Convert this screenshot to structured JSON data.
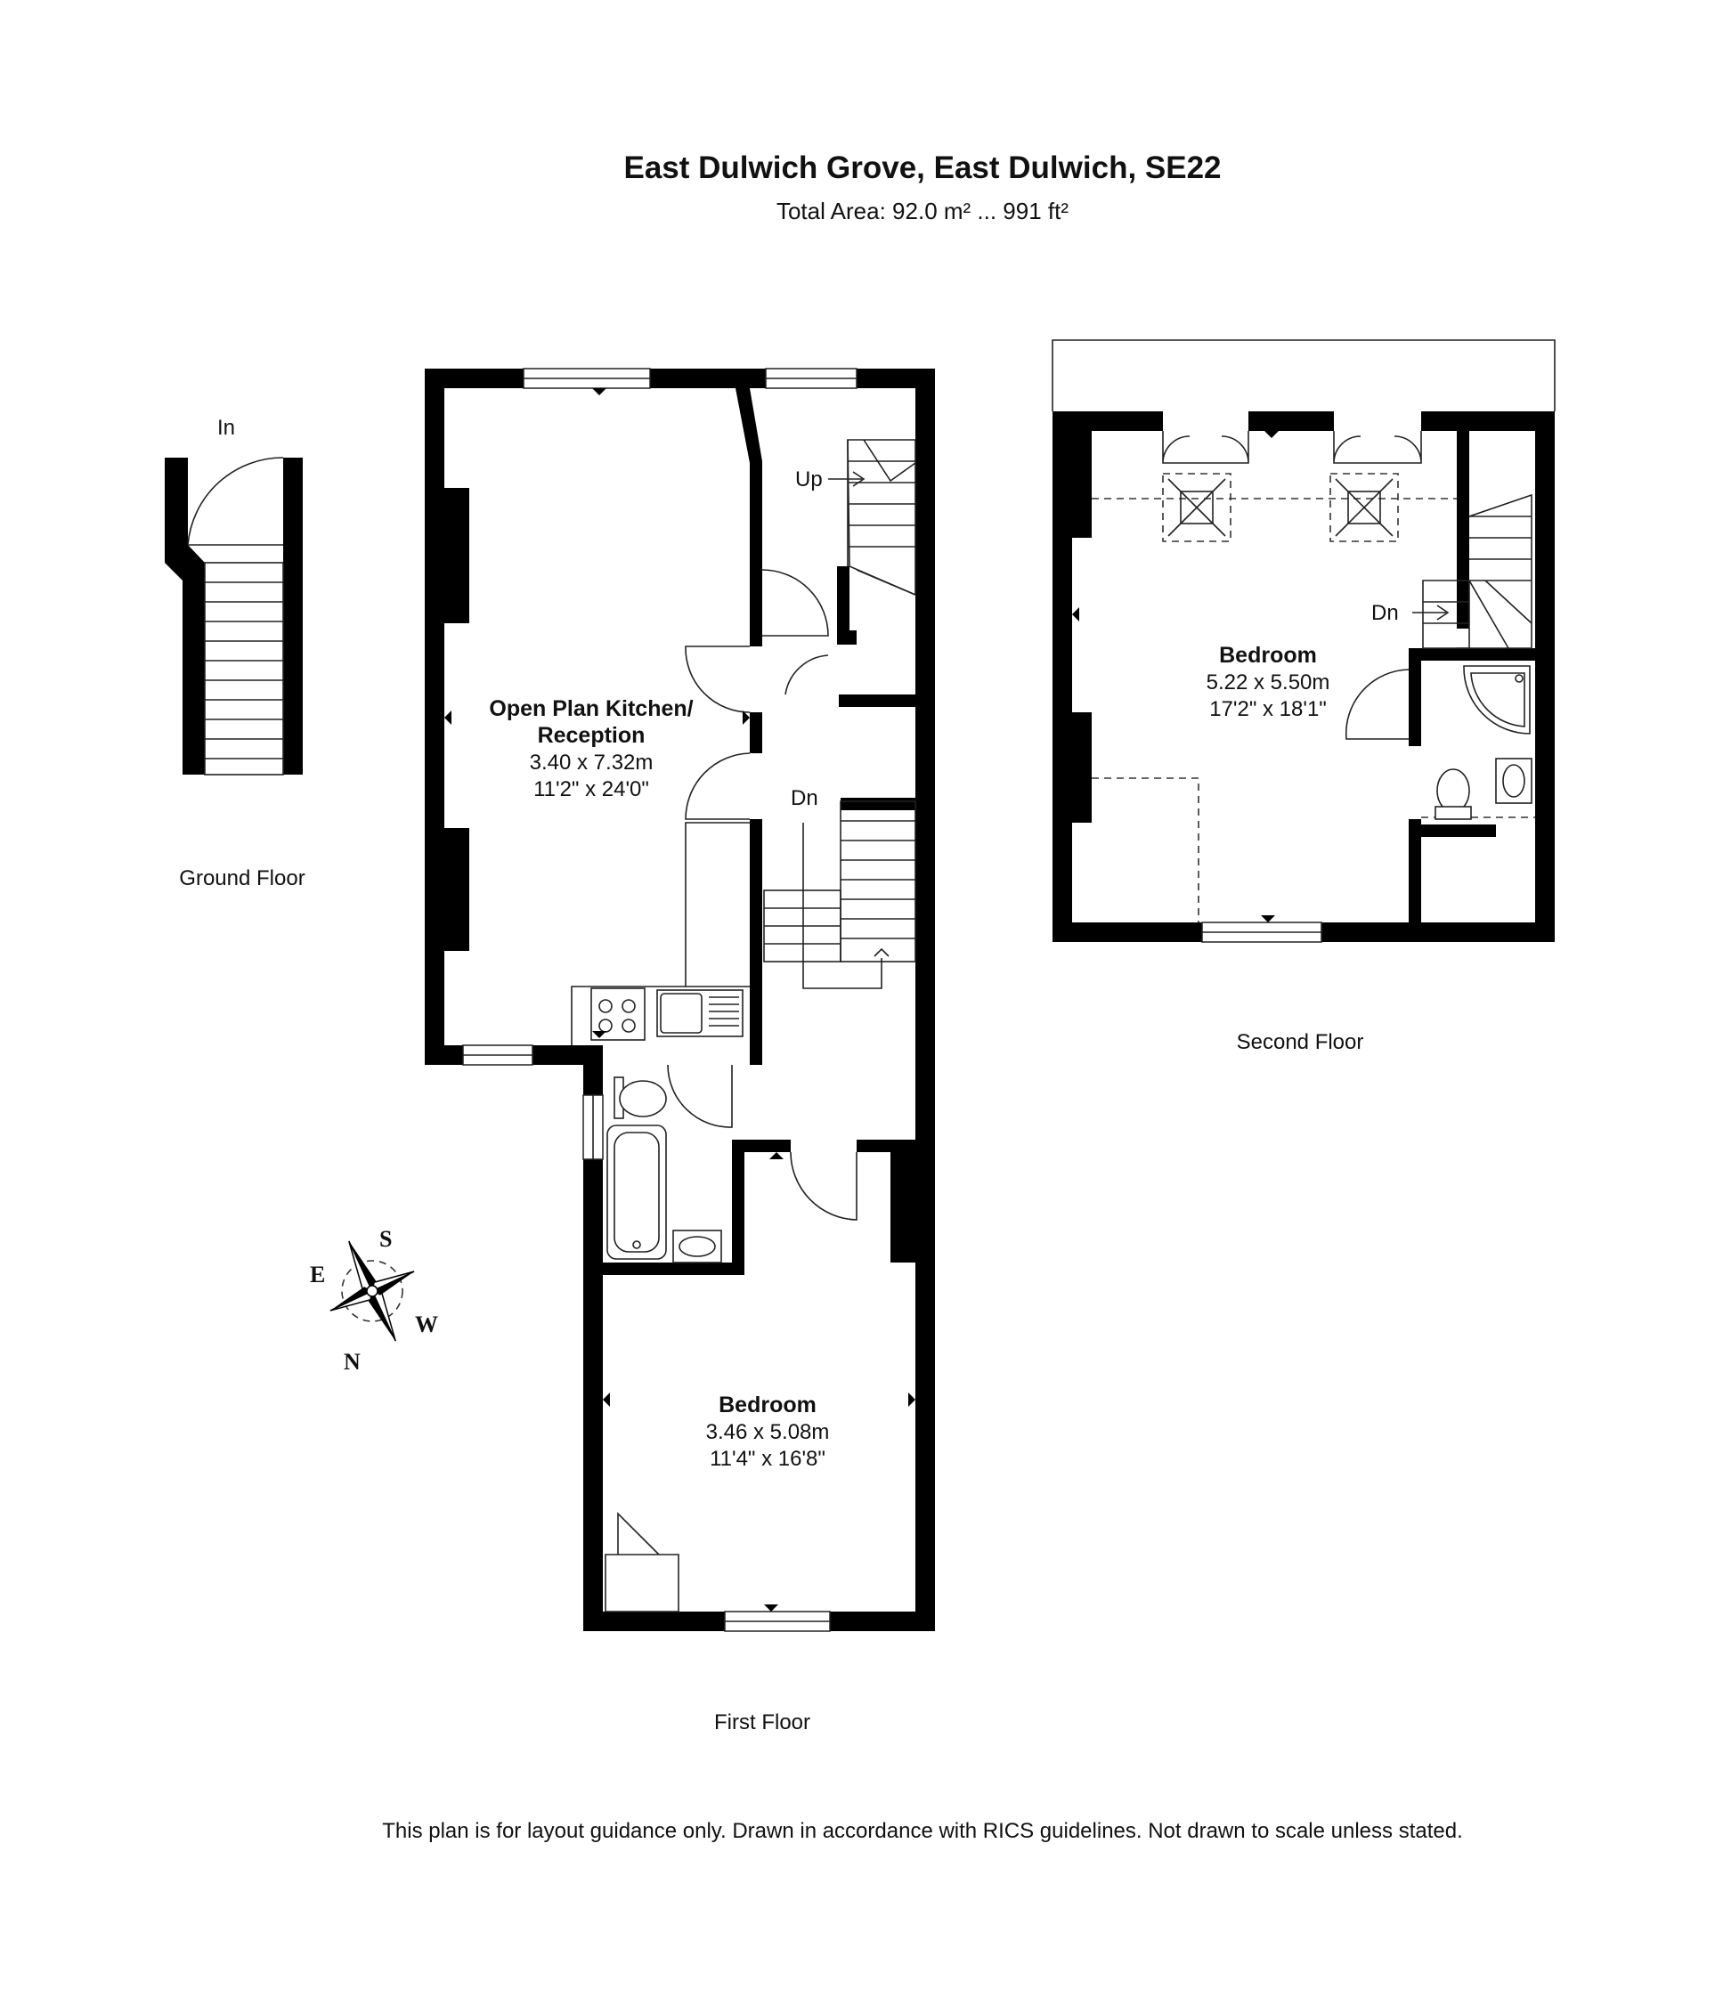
{
  "header": {
    "title": "East Dulwich Grove, East Dulwich, SE22",
    "total_area": "Total Area: 92.0 m² ... 991 ft²"
  },
  "floors": {
    "ground": "Ground Floor",
    "first": "First Floor",
    "second": "Second Floor"
  },
  "labels": {
    "entrance": "In",
    "up": "Up",
    "down_first": "Dn",
    "down_second": "Dn"
  },
  "rooms": {
    "kitchen": {
      "name_line1": "Open Plan Kitchen/",
      "name_line2": "Reception",
      "metric": "3.40 x 7.32m",
      "imperial": "11'2\" x 24'0\""
    },
    "first_bedroom": {
      "name": "Bedroom",
      "metric": "3.46 x 5.08m",
      "imperial": "11'4\" x 16'8\""
    },
    "second_bedroom": {
      "name": "Bedroom",
      "metric": "5.22 x 5.50m",
      "imperial": "17'2\" x 18'1\""
    }
  },
  "compass": {
    "north": "N",
    "south": "S",
    "east": "E",
    "west": "W"
  },
  "footer": {
    "disclaimer": "This plan is for layout guidance only. Drawn in accordance with RICS guidelines. Not drawn to scale unless stated."
  }
}
